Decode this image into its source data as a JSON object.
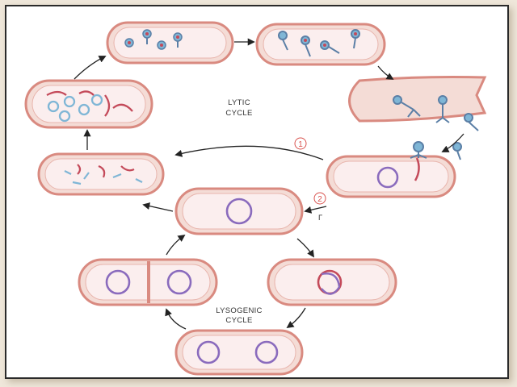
{
  "labels": {
    "lytic_line1": "LYTIC",
    "lytic_line2": "CYCLE",
    "lysogenic_line1": "LYSOGENIC",
    "lysogenic_line2": "CYCLE",
    "step1": "1",
    "step2": "2",
    "gamma_mark": "Γ"
  },
  "colors": {
    "cell_wall": "#d98a80",
    "cell_fill": "#f4dcd6",
    "bacterial_dna": "#c44a5a",
    "phage_dna": "#8a6bbd",
    "phage_blue": "#7fb6d6",
    "phage_body": "#5b7fa6",
    "arrow": "#222222"
  }
}
